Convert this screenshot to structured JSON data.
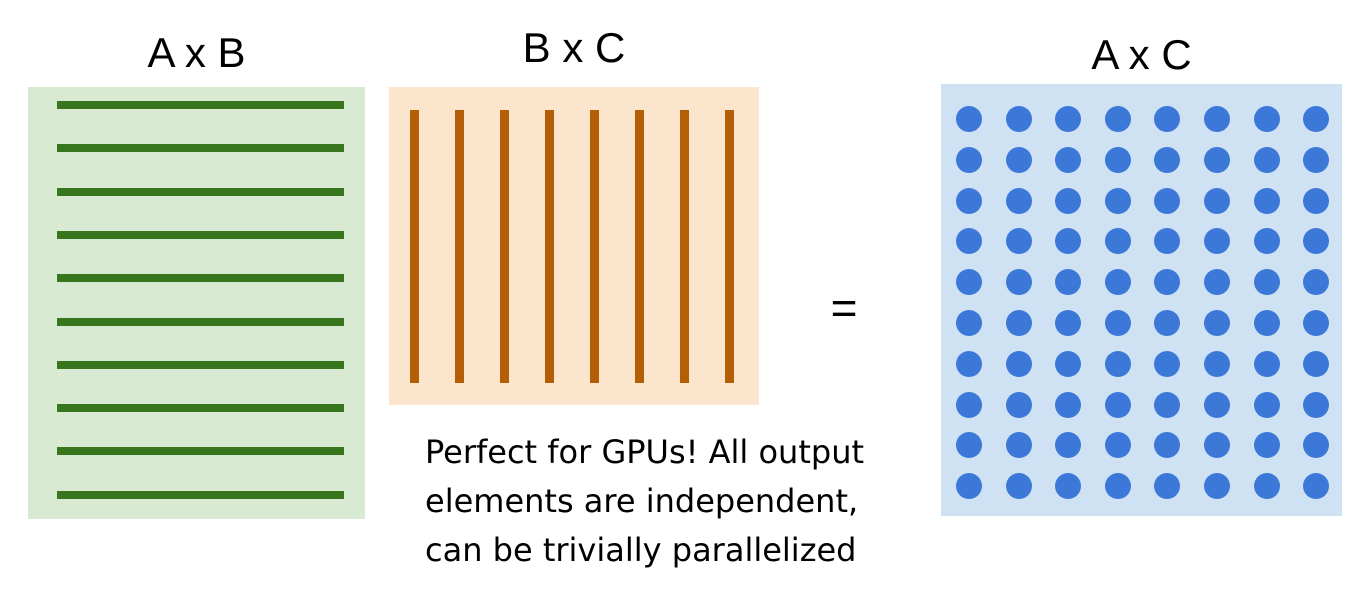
{
  "labels": {
    "left": "A x B",
    "middle": "B x C",
    "right": "A x C"
  },
  "operator": "=",
  "caption": [
    "Perfect for GPUs! All output",
    "elements are independent,",
    "can be trivially parallelized"
  ],
  "colors": {
    "left_fill": "#d9ead3",
    "left_lines": "#38761d",
    "middle_fill": "#fce5cd",
    "middle_lines": "#b45f06",
    "right_fill": "#cfe2f3",
    "right_dots": "#3c78d8"
  },
  "grids": {
    "left_row_count": 10,
    "middle_column_count": 8,
    "right_rows": 10,
    "right_columns": 8
  }
}
